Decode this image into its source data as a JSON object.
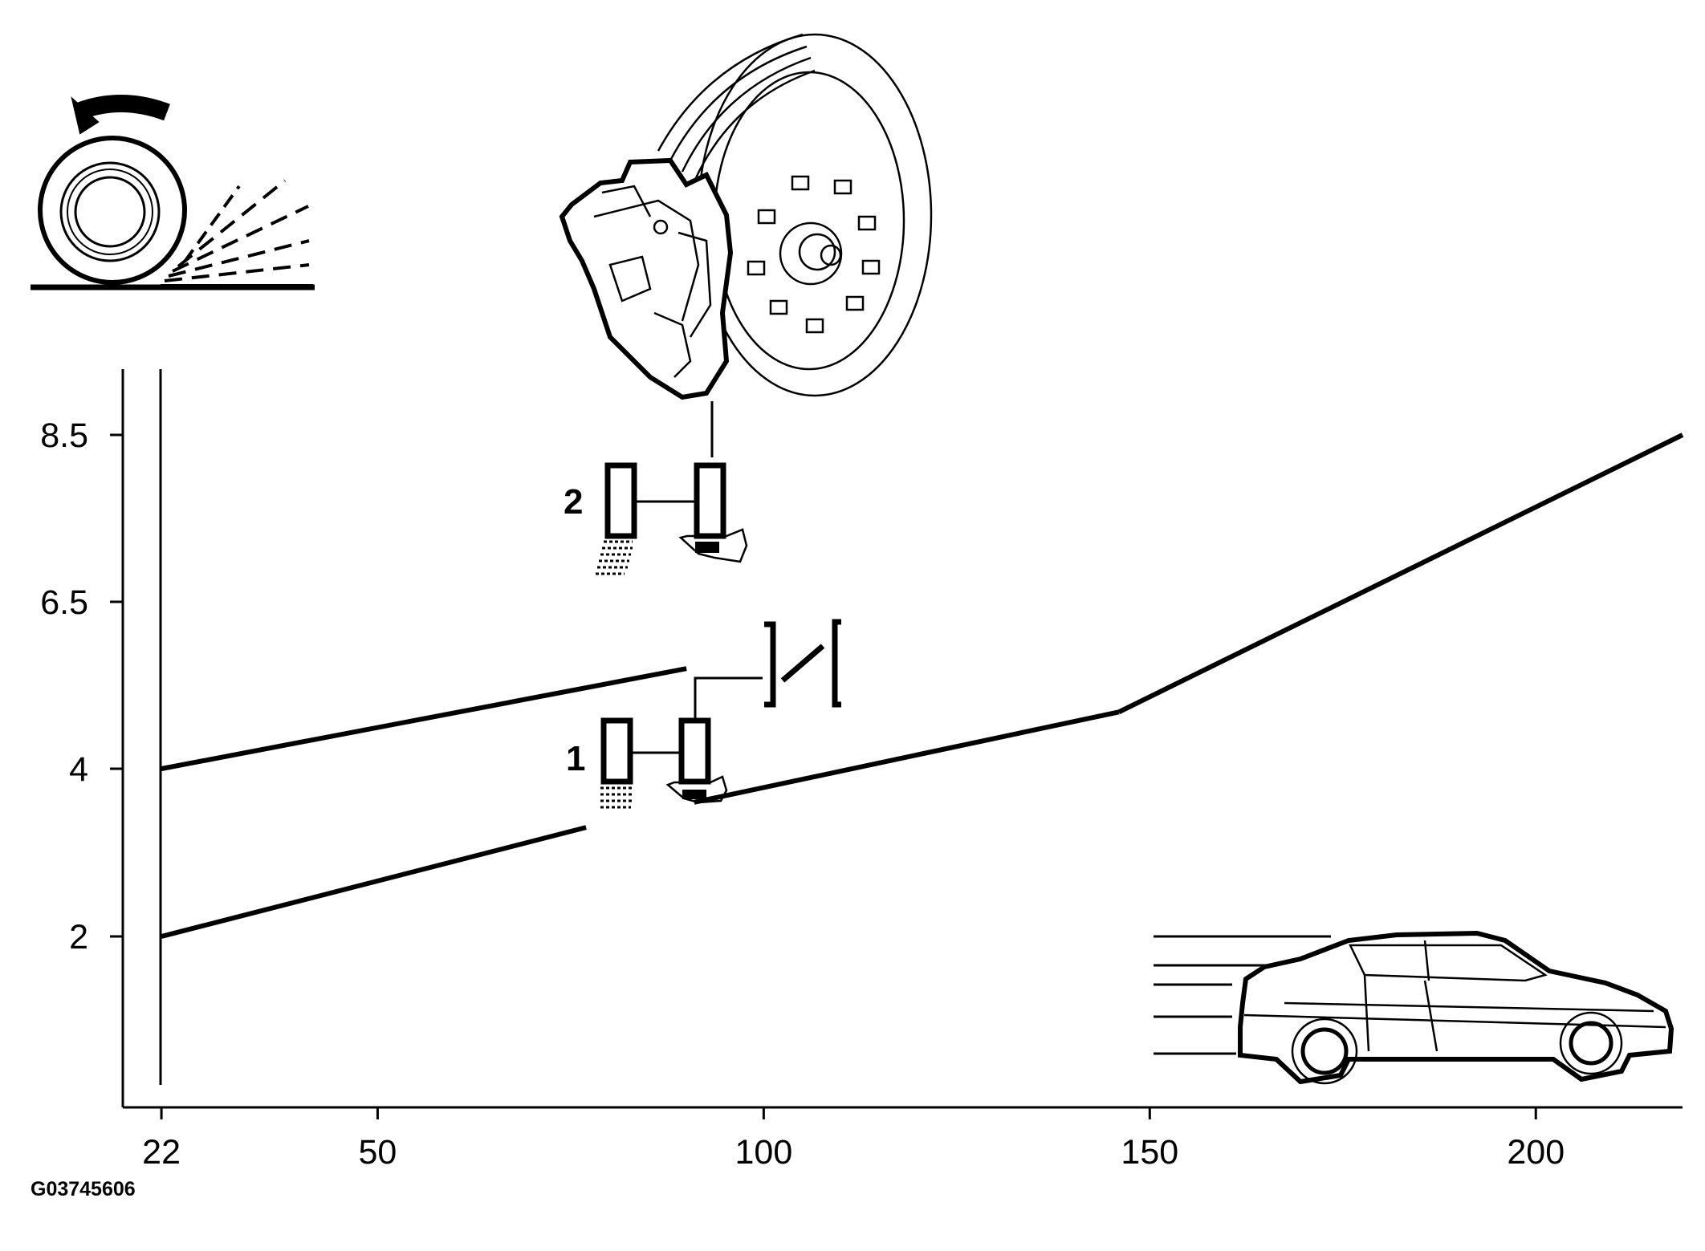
{
  "figure": {
    "code": "G03745606"
  },
  "chart_data": {
    "type": "line",
    "x_ticks": [
      "22",
      "50",
      "100",
      "150",
      "200"
    ],
    "y_ticks": [
      "2",
      "4",
      "6.5",
      "8.5"
    ],
    "xlim": [
      17,
      219
    ],
    "series": [
      {
        "points": [
          [
            22,
            4.0
          ],
          [
            90,
            5.5
          ]
        ]
      },
      {
        "points": [
          [
            22,
            2.0
          ],
          [
            77,
            3.3
          ],
          [
            81,
            3.35
          ],
          [
            91,
            3.6
          ],
          [
            146,
            4.85
          ],
          [
            219,
            8.5
          ]
        ]
      }
    ]
  },
  "labels": {
    "stage_1": "1",
    "stage_2": "2"
  },
  "icons": [
    "tire-spin-icon",
    "brake-disc-caliper-icon",
    "brake-pad-icon",
    "car-icon"
  ]
}
